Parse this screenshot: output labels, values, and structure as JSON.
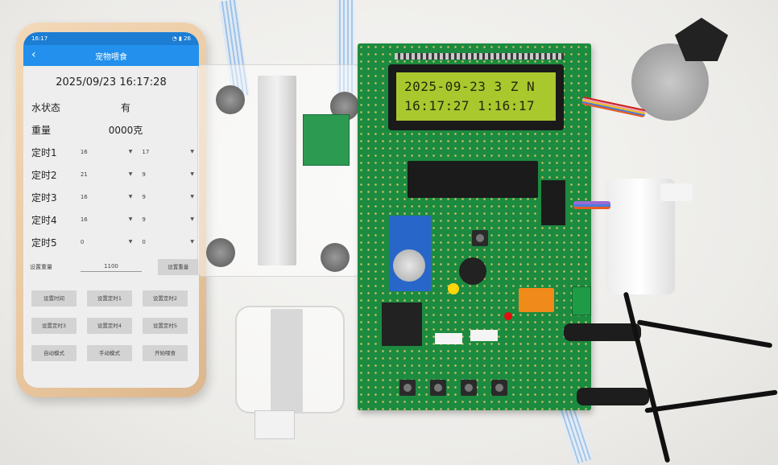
{
  "phone": {
    "statusbar": {
      "time": "16:17",
      "battery": "26"
    },
    "appbar": {
      "title": "宠物喂食"
    },
    "datetime": "2025/09/23  16:17:28",
    "status_rows": [
      {
        "label": "水状态",
        "value": "有"
      },
      {
        "label": "重量",
        "value": "0000克"
      }
    ],
    "timers": [
      {
        "label": "定时1",
        "hour": "16",
        "minute": "17"
      },
      {
        "label": "定时2",
        "hour": "21",
        "minute": "9"
      },
      {
        "label": "定时3",
        "hour": "16",
        "minute": "9"
      },
      {
        "label": "定时4",
        "hour": "16",
        "minute": "9"
      },
      {
        "label": "定时5",
        "hour": "0",
        "minute": "0"
      }
    ],
    "weight_setting": {
      "label": "设置重量",
      "value": "1100",
      "button": "设置重量"
    },
    "buttons": [
      "设置时间",
      "设置定时1",
      "设置定时2",
      "设置定时3",
      "设置定时4",
      "设置定时5",
      "自动模式",
      "手动模式",
      "开始喂食"
    ]
  },
  "lcd": {
    "line1": "2025-09-23 3 Z N",
    "line2": "16:17:27 1:16:17"
  }
}
